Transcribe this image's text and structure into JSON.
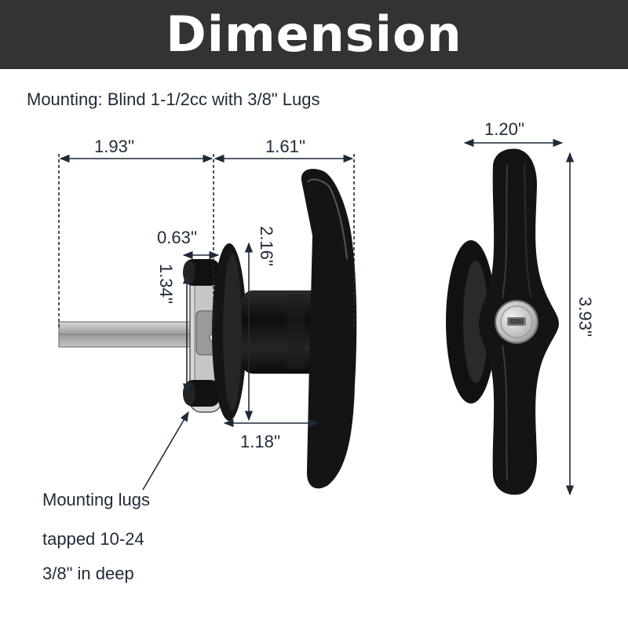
{
  "header": {
    "title": "Dimension"
  },
  "mounting_spec": "Mounting: Blind 1-1/2cc with 3/8\" Lugs",
  "dimensions": {
    "stem_length": "1.93''",
    "handle_depth": "1.61''",
    "lug_diameter": "0.63''",
    "lug_spacing": "1.34''",
    "flange_height": "2.16''",
    "hub_length": "1.18''",
    "handle_width": "1.20''",
    "handle_height": "3.93''"
  },
  "lug_note": {
    "line1": "Mounting lugs",
    "line2": "tapped 10-24",
    "line3": "3/8\" in deep"
  },
  "colors": {
    "banner": "#333333",
    "dimension_line": "#1f2a38",
    "handle": "#161616",
    "shaft": "#a9a9a9"
  }
}
